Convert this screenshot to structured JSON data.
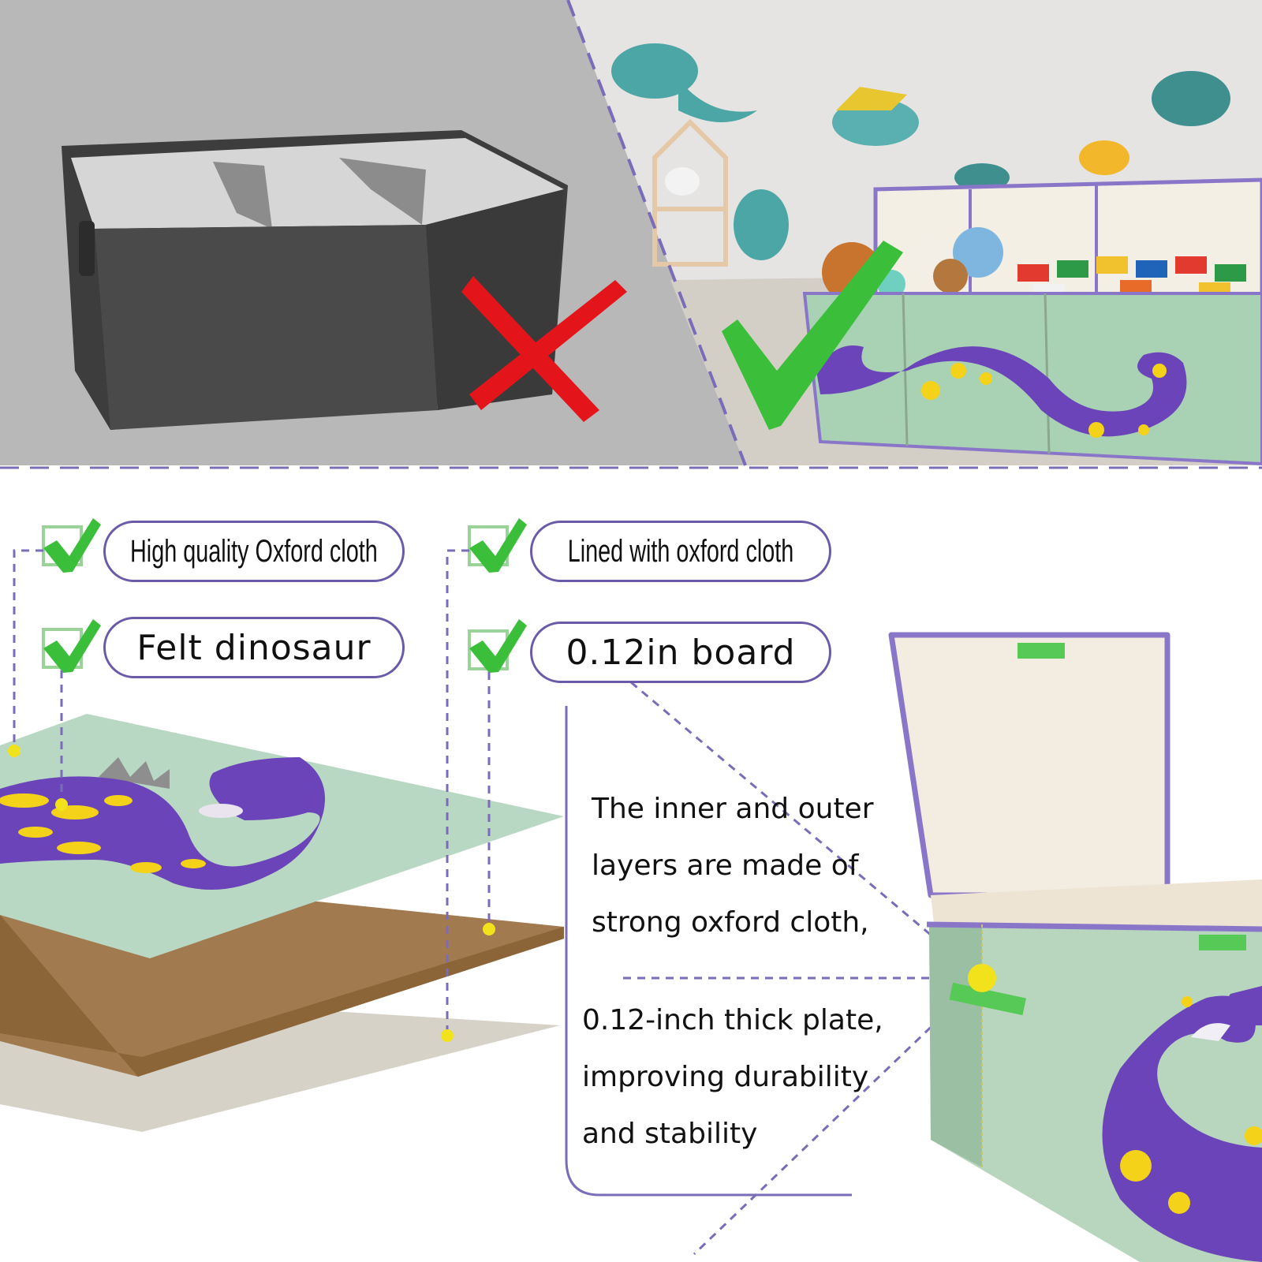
{
  "features": {
    "oxford_label": "High quality Oxford cloth",
    "felt_label": "Felt dinosaur",
    "lined_label": "Lined with oxford cloth",
    "board_label": "0.12in board"
  },
  "description": {
    "line1": "The inner and outer",
    "line2": "layers are made of",
    "line3": "strong oxford cloth,",
    "line4": "0.12-inch thick plate,",
    "line5": "improving durability",
    "line6": "and stability"
  },
  "icons": {
    "bad": "red-x-icon",
    "good": "green-check-icon",
    "feature": "checkbox-check-icon"
  },
  "colors": {
    "accent_purple": "#6b5aa8",
    "check_green": "#3bbf3b",
    "bad_red": "#e3151a",
    "mint": "#b9d8c4",
    "cardboard": "#a27a4f",
    "dino_purple": "#6a44b8",
    "dino_spot": "#f4d21a"
  }
}
